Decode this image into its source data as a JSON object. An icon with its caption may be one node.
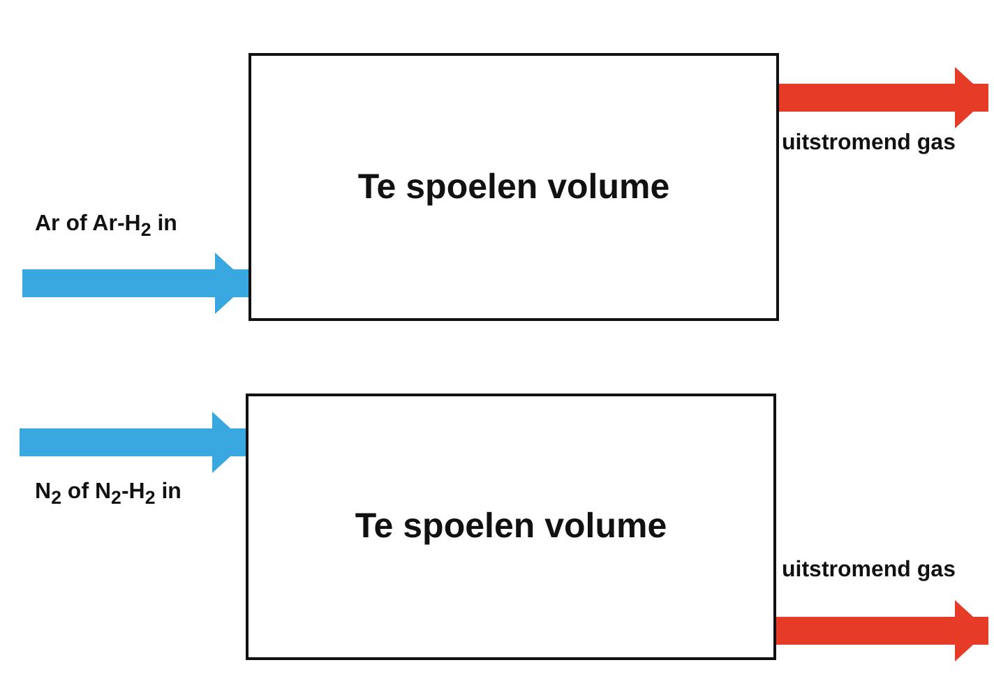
{
  "diagram": {
    "nodes": [
      {
        "text": [
          "Te spoelen volume"
        ]
      },
      {
        "text": [
          "Te spoelen volume"
        ]
      }
    ],
    "edges": [
      {
        "from": null,
        "to": 0,
        "arrow": "to",
        "label": "Ar of Ar-H$_{2}$ in",
        "color": "#3aa8e0"
      },
      {
        "from": 0,
        "to": null,
        "arrow": "to",
        "label": "uitstromend gas",
        "color": "#e63b26"
      },
      {
        "from": null,
        "to": 1,
        "arrow": "to",
        "label": "N$_{2}$ of N$_{2}$-H$_{2}$ in",
        "color": "#3aa8e0"
      },
      {
        "from": 1,
        "to": null,
        "arrow": "to",
        "label": "uitstromend gas",
        "color": "#e63b26"
      }
    ]
  }
}
